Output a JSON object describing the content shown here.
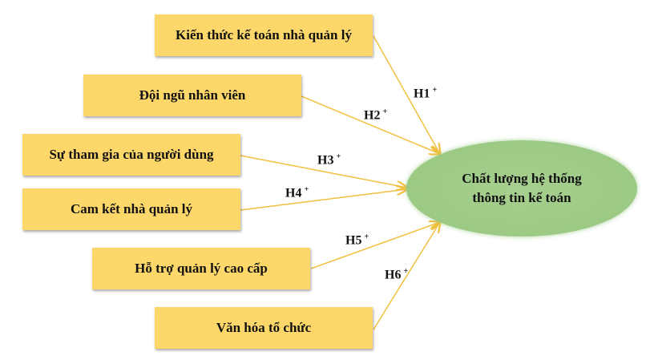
{
  "factors": [
    {
      "label": "Kiến thức kế toán nhà quản lý",
      "hypothesis": "H1",
      "sign": "+"
    },
    {
      "label": "Đội ngũ nhân viên",
      "hypothesis": "H2",
      "sign": "+"
    },
    {
      "label": "Sự tham gia của người dùng",
      "hypothesis": "H3",
      "sign": "+"
    },
    {
      "label": "Cam kết nhà quản lý",
      "hypothesis": "H4",
      "sign": "+"
    },
    {
      "label": "Hỗ trợ quản lý cao cấp",
      "hypothesis": "H5",
      "sign": "+"
    },
    {
      "label": "Văn hóa tổ chức",
      "hypothesis": "H6",
      "sign": "+"
    }
  ],
  "outcome": {
    "line1": "Chất lượng hệ thống",
    "line2": "thông tin kế toán"
  },
  "colors": {
    "box": "#fdd76a",
    "arrow": "#f2c040",
    "ellipse": "#a2cc8a"
  }
}
